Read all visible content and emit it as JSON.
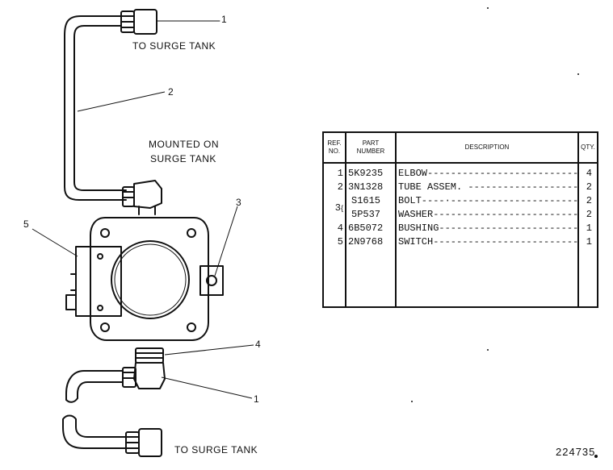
{
  "labels": {
    "to_surge_tank_top": "TO SURGE TANK",
    "mounted_on_line1": "MOUNTED ON",
    "mounted_on_line2": "SURGE TANK",
    "to_surge_tank_bottom": "TO SURGE TANK"
  },
  "callouts": {
    "top_1": "1",
    "tube_2": "2",
    "bolt_3": "3",
    "bushing_4": "4",
    "switch_5": "5",
    "bottom_1": "1"
  },
  "table": {
    "headers": {
      "ref_line1": "REF.",
      "ref_line2": "NO.",
      "part_line1": "PART",
      "part_line2": "NUMBER",
      "description": "DESCRIPTION",
      "qty": "QTY."
    },
    "rows": [
      {
        "ref": "1",
        "part": "5K9235",
        "desc": "ELBOW------------------------------------",
        "qty": "4"
      },
      {
        "ref": "2",
        "part": "3N1328",
        "desc": "TUBE ASSEM. -------------------------",
        "qty": "2"
      },
      {
        "ref": "",
        "part": "S1615",
        "desc": "BOLT----·-------------------------------",
        "qty": "2"
      },
      {
        "ref": "",
        "part": "5P537",
        "desc": "WASHER-------------------------------",
        "qty": "2"
      },
      {
        "ref": "4",
        "part": "6B5072",
        "desc": "BUSHING-----------------------------",
        "qty": "1"
      },
      {
        "ref": "5",
        "part": "2N9768",
        "desc": "SWITCH------------------------------",
        "qty": "1"
      }
    ],
    "grouped_ref": "3"
  },
  "drawing_number": "224735",
  "colors": {
    "ink": "#111111",
    "paper": "#ffffff"
  }
}
